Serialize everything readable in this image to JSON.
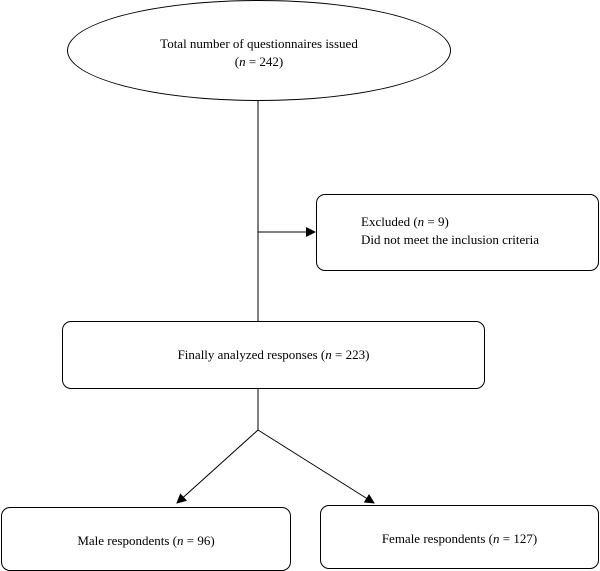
{
  "nodes": {
    "total": {
      "title": "Total number of questionnaires issued",
      "n_var": "n",
      "n_text": " = 242"
    },
    "excluded": {
      "label": "Excluded (",
      "n_var": "n",
      "n_text": " = 9)",
      "reason": "Did not meet the inclusion criteria"
    },
    "analyzed": {
      "label": "Finally analyzed responses (",
      "n_var": "n",
      "n_text": " = 223)"
    },
    "male": {
      "label": "Male respondents (",
      "n_var": "n",
      "n_text": " = 96)"
    },
    "female": {
      "label": "Female respondents (",
      "n_var": "n",
      "n_text": " = 127)"
    }
  }
}
